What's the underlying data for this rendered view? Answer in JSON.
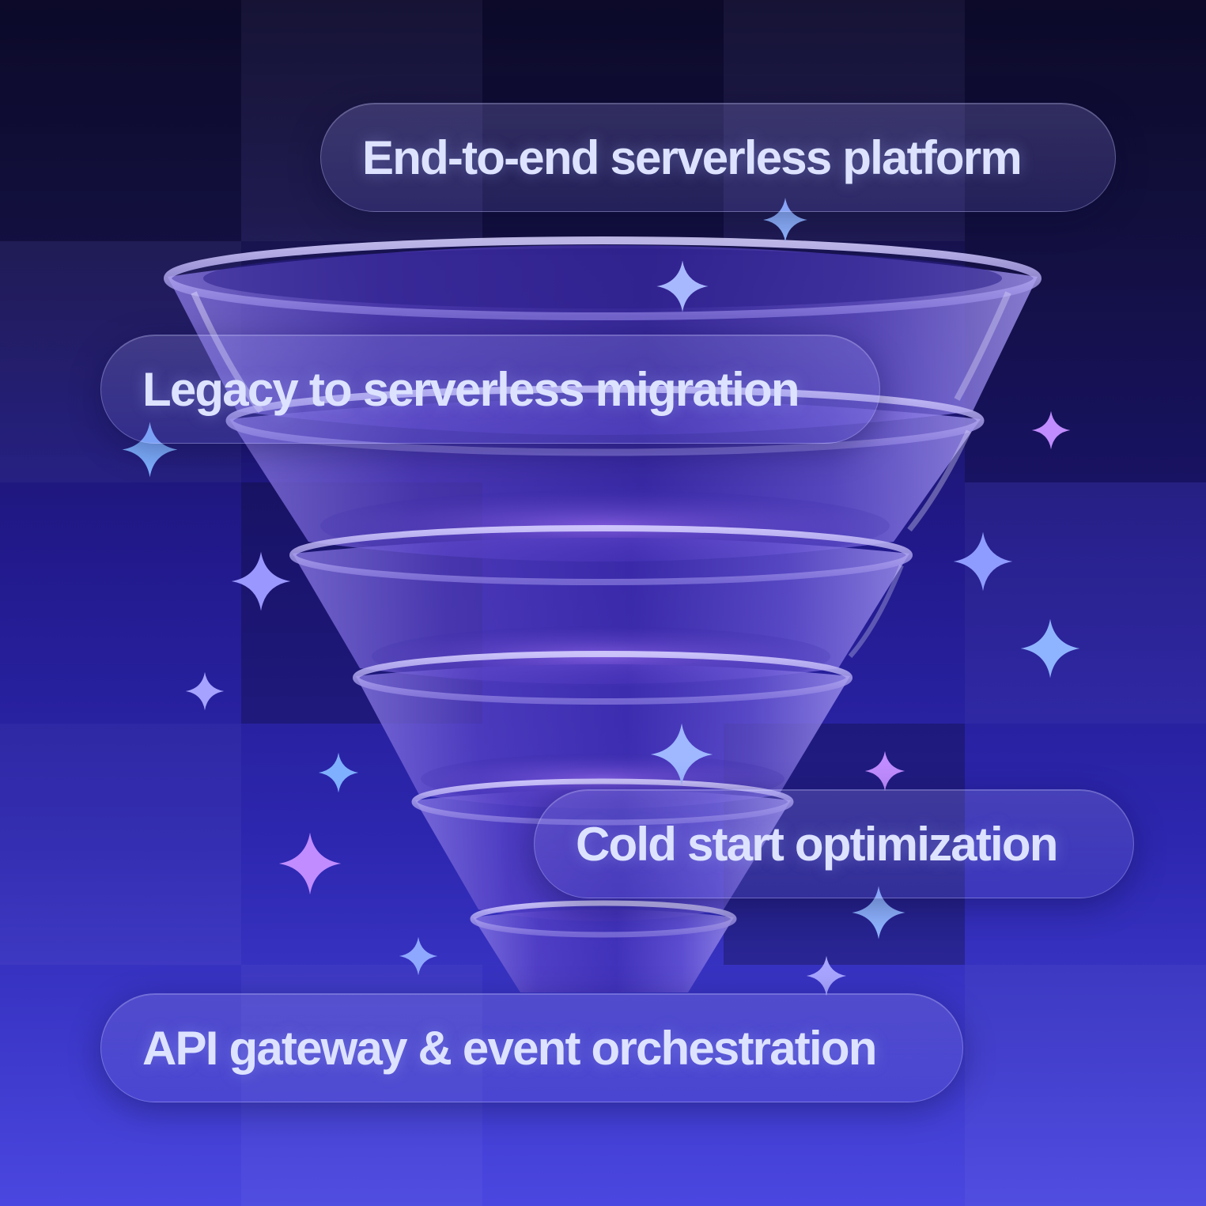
{
  "labels": [
    {
      "text": "End-to-end serverless platform"
    },
    {
      "text": "Legacy to serverless migration"
    },
    {
      "text": "Cold start optimization"
    },
    {
      "text": "API gateway & event orchestration"
    }
  ],
  "colors": {
    "background_top": "#0e0b2e",
    "background_bottom": "#4a47e0",
    "label_text": "#dde3ff",
    "sparkle_blue": "#8fb4ff",
    "sparkle_violet": "#c08cff"
  },
  "icons": {
    "sparkle": "four-point-star-icon",
    "funnel": "glass-funnel-icon"
  }
}
